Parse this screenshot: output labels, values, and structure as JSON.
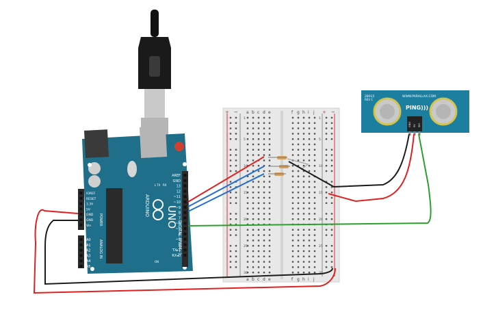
{
  "arduino": {
    "brand": "ARDUINO",
    "model": "UNO",
    "digital_label": "DIGITAL (PWM~)",
    "analog_label": "ANALOG IN",
    "power_label": "POWER",
    "tx_label": "TX",
    "rx_label": "RX",
    "on_label": "ON",
    "l_label": "L",
    "digital_pins": [
      "AREF",
      "GND",
      "13",
      "12",
      "~11",
      "~10",
      "~9",
      "8",
      "7",
      "~6",
      "~5",
      "4",
      "~3",
      "2",
      "TX▸1",
      "RX◂0"
    ],
    "power_pins": [
      "IOREF",
      "RESET",
      "3.3V",
      "5V",
      "GND",
      "GND",
      "Vin"
    ],
    "analog_pins": [
      "A0",
      "A1",
      "A2",
      "A3",
      "A4",
      "A5"
    ]
  },
  "breadboard": {
    "columns_left": [
      "a",
      "b",
      "c",
      "d",
      "e"
    ],
    "columns_right": [
      "f",
      "g",
      "h",
      "i",
      "j"
    ],
    "rail_plus": "+",
    "rail_minus": "−",
    "rows": [
      "1",
      "",
      "",
      "",
      "5",
      "",
      "",
      "",
      "",
      "10",
      "",
      "",
      "",
      "",
      "15",
      "",
      "",
      "",
      "",
      "20",
      "",
      "",
      "",
      "",
      "25",
      "",
      "",
      "",
      "",
      "30"
    ]
  },
  "sensor": {
    "model": "28015",
    "rev": "REV C",
    "website": "WWW.PARALLAX.COM",
    "name": "PING)))",
    "pins": [
      "GND",
      "5V",
      "SIG"
    ]
  },
  "colors": {
    "board": "#1f6f8b",
    "wire_red": "#e02020",
    "wire_blue": "#1f6fd0",
    "wire_green": "#2aa02a",
    "wire_black": "#1a1a1a",
    "sensor_board": "#1c7fa0"
  }
}
